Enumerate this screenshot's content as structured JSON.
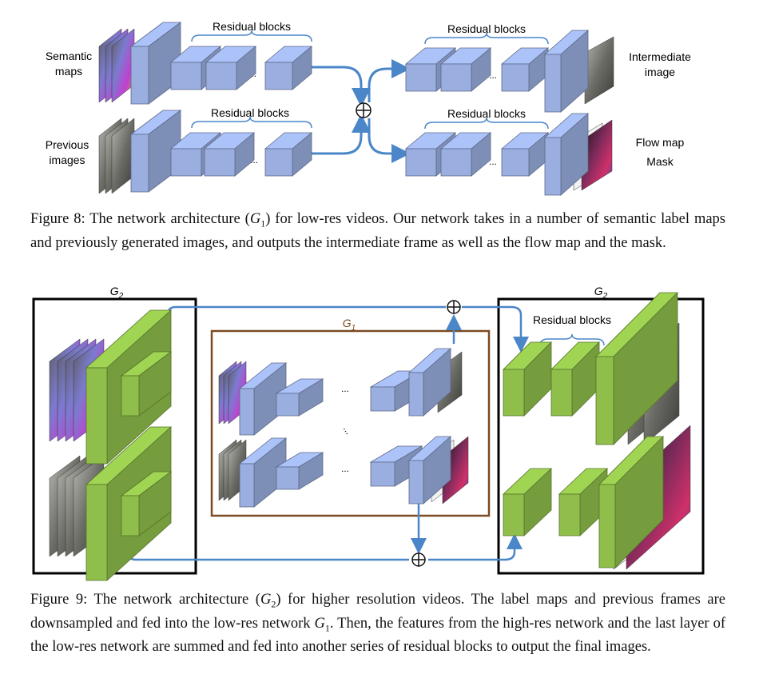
{
  "fig8": {
    "residual_top_left": "Residual blocks",
    "residual_top_right": "Residual blocks",
    "residual_bot_left": "Residual blocks",
    "residual_bot_right": "Residual blocks",
    "semantic_l1": "Semantic",
    "semantic_l2": "maps",
    "previous_l1": "Previous",
    "previous_l2": "images",
    "intermediate_l1": "Intermediate",
    "intermediate_l2": "image",
    "flow_map": "Flow map",
    "mask": "Mask",
    "dots": "...",
    "caption_label": "Figure 8:",
    "caption_a": "The network architecture (",
    "caption_sym": "G",
    "caption_sub": "1",
    "caption_b": ") for low-res videos. Our network takes in a number of semantic label maps and previously generated images, and outputs the intermediate frame as well as the flow map and the mask."
  },
  "fig9": {
    "g2_left": "G",
    "g2_left_sub": "2",
    "g2_right": "G",
    "g2_right_sub": "2",
    "g1": "G",
    "g1_sub": "1",
    "residual": "Residual blocks",
    "dots": "...",
    "caption_label": "Figure 9:",
    "caption_a": "The network architecture (",
    "caption_sym": "G",
    "caption_sub": "2",
    "caption_b": ") for higher resolution videos. The label maps and previous frames are downsampled and fed into the low-res network ",
    "caption_sym2": "G",
    "caption_sub2": "1",
    "caption_c": ". Then, the features from the high-res network and the last layer of the low-res network are summed and fed into another series of residual blocks to output the final images."
  },
  "colors": {
    "block_blue": "#9aaedf",
    "block_green": "#8fbe4a",
    "arrow": "#4a86c8",
    "g1_frame": "#7a4a22"
  }
}
